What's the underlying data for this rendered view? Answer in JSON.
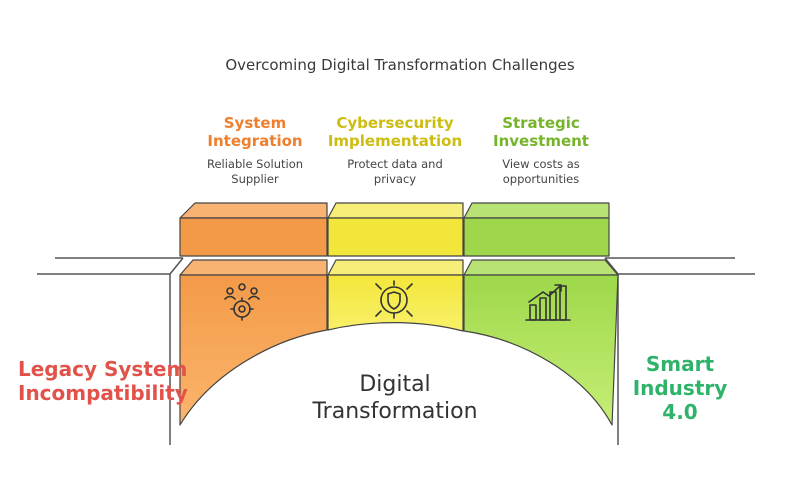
{
  "title": "Overcoming Digital Transformation Challenges",
  "pillars": [
    {
      "title_line1": "System",
      "title_line2": "Integration",
      "desc_line1": "Reliable Solution",
      "desc_line2": "Supplier",
      "icon": "gears-people-icon",
      "color": "#f08a3c"
    },
    {
      "title_line1": "Cybersecurity",
      "title_line2": "Implementation",
      "desc_line1": "Protect data and",
      "desc_line2": "privacy",
      "icon": "shield-network-icon",
      "color": "#d4c514"
    },
    {
      "title_line1": "Strategic",
      "title_line2": "Investment",
      "desc_line1": "View costs as",
      "desc_line2": "opportunities",
      "icon": "growth-chart-icon",
      "color": "#7cb82a"
    }
  ],
  "left_label": {
    "line1": "Legacy System",
    "line2": "Incompatibility",
    "color": "#e0524a"
  },
  "right_label": {
    "line1": "Smart",
    "line2": "Industry",
    "line3": "4.0",
    "color": "#2fb36a"
  },
  "center_label": {
    "line1": "Digital",
    "line2": "Transformation"
  }
}
